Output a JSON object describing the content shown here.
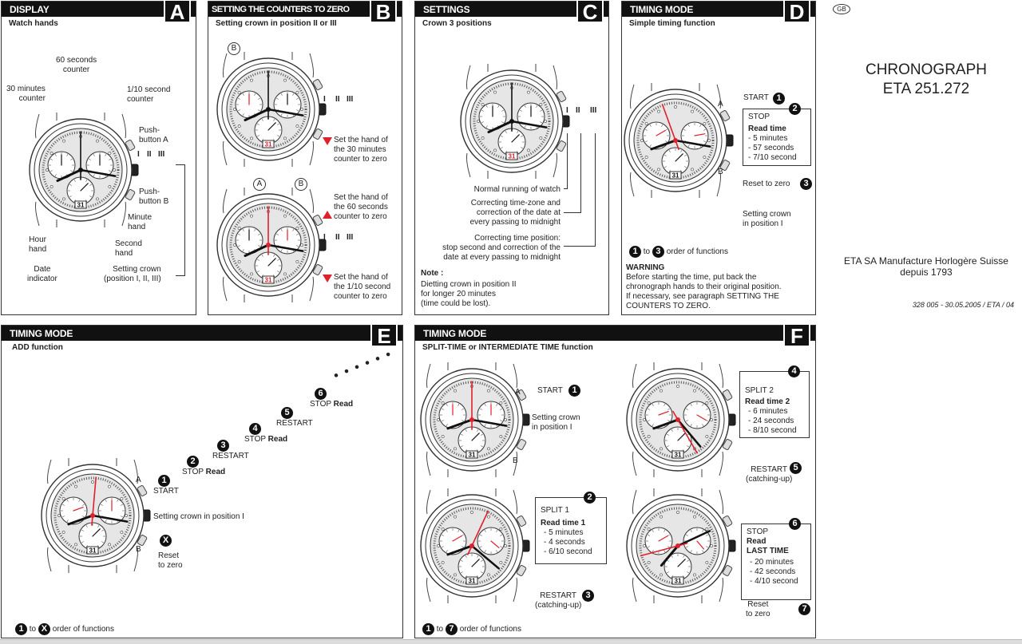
{
  "panel_a": {
    "title": "DISPLAY",
    "letter": "A",
    "subtitle": "Watch hands",
    "labels": {
      "sec60": "60 seconds\ncounter",
      "min30": "30 minutes\ncounter",
      "tenth": "1/10 second\ncounter",
      "pushA": "Push-\nbutton A",
      "pushB": "Push-\nbutton B",
      "minute": "Minute\nhand",
      "hour": "Hour\nhand",
      "second": "Second\nhand",
      "date": "Date\nindicator",
      "crown": "Setting crown\n(position I, II, III)",
      "pos": [
        "I",
        "II",
        "III"
      ],
      "date_num": "31"
    }
  },
  "panel_b": {
    "title": "SETTING THE COUNTERS TO ZERO",
    "letter": "B",
    "subtitle": "Setting crown in position II or III",
    "callouts": [
      "B",
      "A",
      "B"
    ],
    "btn_a": "A",
    "btn_b": "B",
    "pos": [
      "I",
      "II",
      "III"
    ],
    "text1": "Set the hand of\nthe 30 minutes\ncounter to zero",
    "text2": "Set the hand of\nthe 60 seconds\ncounter to zero",
    "text3": "Set the hand of\nthe 1/10 second\ncounter to zero"
  },
  "panel_c": {
    "title": "SETTINGS",
    "letter": "C",
    "subtitle": "Crown 3 positions",
    "pos": [
      "I",
      "II",
      "III"
    ],
    "pos1": "Normal running of watch",
    "pos2": "Correcting time-zone and\ncorrection of the date at\nevery passing to midnight",
    "pos3": "Correcting time position:\nstop second and correction of the\ndate at every passing to midnight",
    "note_title": "Note :",
    "note": "Dietting crown in position II\nfor longer 20 minutes\n(time could be lost)."
  },
  "panel_d": {
    "title": "TIMING MODE",
    "letter": "D",
    "subtitle": "Simple timing function",
    "btn_a": "A",
    "btn_b": "B",
    "crown": "I",
    "start": "START",
    "stop": "STOP",
    "read": "Read time",
    "values": [
      "- 5 minutes",
      "- 57 seconds",
      "- 7/10 second"
    ],
    "reset": "Reset to zero",
    "crown_text": "Setting crown\nin position I",
    "steps": [
      "1",
      "2",
      "3"
    ],
    "to": "to",
    "order": "order of functions",
    "warning_title": "WARNING",
    "warning": "Before starting the time, put back the\nchronograph hands to their original position.\nIf necessary, see paragraph SETTING THE\nCOUNTERS TO ZERO."
  },
  "panel_e": {
    "title": "TIMING MODE",
    "letter": "E",
    "subtitle": "ADD function",
    "btn_a": "A",
    "btn_b": "B",
    "steps": [
      {
        "n": "1",
        "label": "START"
      },
      {
        "n": "2",
        "label": "STOP",
        "bold": "Read"
      },
      {
        "n": "3",
        "label": "RESTART"
      },
      {
        "n": "4",
        "label": "STOP",
        "bold": "Read"
      },
      {
        "n": "5",
        "label": "RESTART"
      },
      {
        "n": "6",
        "label": "STOP",
        "bold": "Read"
      }
    ],
    "crown": "Setting crown in position I",
    "reset_n": "X",
    "reset": "Reset\nto zero",
    "order_from": "1",
    "order_to": "X",
    "to": "to",
    "order": "order of functions"
  },
  "panel_f": {
    "title": "TIMING MODE",
    "letter": "F",
    "subtitle": "SPLIT-TIME or INTERMEDIATE TIME function",
    "btn_a": "A",
    "btn_b": "B",
    "crown": "I",
    "start": "START",
    "crown_text": "Setting crown\nin position I",
    "split1": {
      "title": "SPLIT 1",
      "read": "Read time 1",
      "values": [
        "- 5 minutes",
        "- 4 seconds",
        "- 6/10 second"
      ]
    },
    "split2": {
      "title": "SPLIT 2",
      "read": "Read time 2",
      "values": [
        "- 6 minutes",
        "- 24 seconds",
        "- 8/10 second"
      ]
    },
    "stop": {
      "title": "STOP",
      "read": "Read",
      "last": "LAST TIME",
      "values": [
        "- 20 minutes",
        "- 42 seconds",
        "- 4/10 second"
      ]
    },
    "restart": "RESTART\n(catching-up)",
    "reset": "Reset\nto zero",
    "steps": [
      "1",
      "2",
      "3",
      "4",
      "5",
      "6",
      "7"
    ],
    "to": "to",
    "order": "order of functions"
  },
  "cover": {
    "lang": "GB",
    "title": "CHRONOGRAPH",
    "model": "ETA 251.272",
    "maker": "ETA SA Manufacture Horlogère Suisse",
    "since": "depuis 1793",
    "ref": "328 005 - 30.05.2005 / ETA / 04"
  },
  "colors": {
    "red": "#e0202a",
    "dial": "#e6e6e6",
    "ink": "#111111"
  }
}
